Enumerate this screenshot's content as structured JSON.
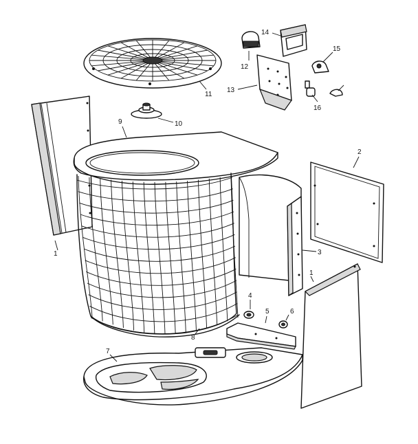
{
  "parts": [
    {
      "id": "p1",
      "label": "1"
    },
    {
      "id": "p1b",
      "label": "1"
    },
    {
      "id": "p2",
      "label": "2"
    },
    {
      "id": "p3",
      "label": "3"
    },
    {
      "id": "p4",
      "label": "4"
    },
    {
      "id": "p5",
      "label": "5"
    },
    {
      "id": "p6",
      "label": "6"
    },
    {
      "id": "p7",
      "label": "7"
    },
    {
      "id": "p8",
      "label": "8"
    },
    {
      "id": "p9",
      "label": "9"
    },
    {
      "id": "p10",
      "label": "10"
    },
    {
      "id": "p11",
      "label": "11"
    },
    {
      "id": "p12",
      "label": "12"
    },
    {
      "id": "p13",
      "label": "13"
    },
    {
      "id": "p14",
      "label": "14"
    },
    {
      "id": "p15",
      "label": "15"
    },
    {
      "id": "p16",
      "label": "16"
    }
  ]
}
